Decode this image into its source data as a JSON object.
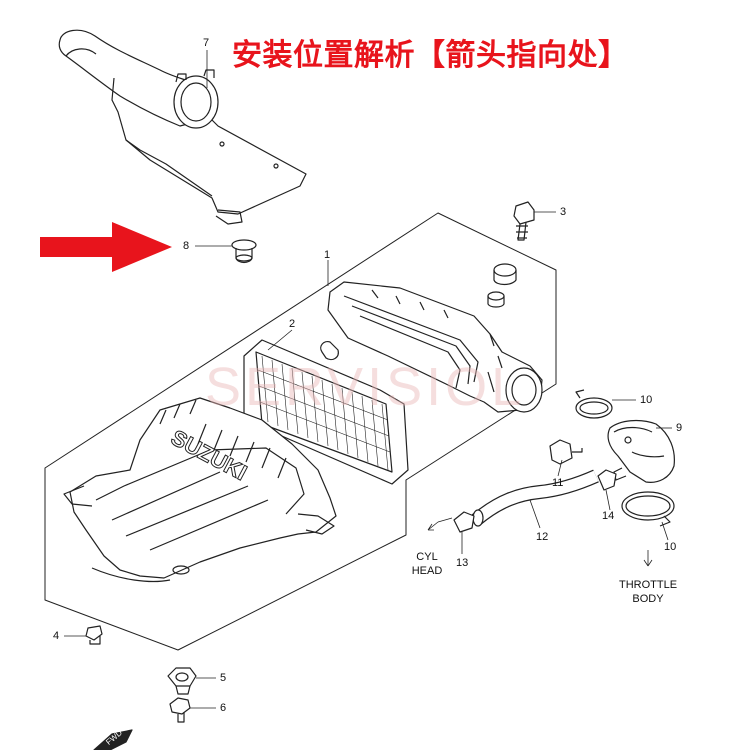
{
  "title": "安装位置解析【箭头指向处】",
  "watermark": "SERVISIOL",
  "accent_color": "#e8141c",
  "callouts": {
    "c1": "1",
    "c2": "2",
    "c3": "3",
    "c4": "4",
    "c5": "5",
    "c6": "6",
    "c7": "7",
    "c8": "8",
    "c9": "9",
    "c10a": "10",
    "c10b": "10",
    "c11": "11",
    "c12": "12",
    "c13": "13",
    "c14": "14"
  },
  "notes": {
    "cyl_head": "CYL\nHEAD",
    "throttle_body": "THROTTLE\nBODY"
  },
  "housing_emboss": "SUZUKI",
  "fwd_label": "FWD",
  "pointer_arrow": "red-arrow-icon"
}
